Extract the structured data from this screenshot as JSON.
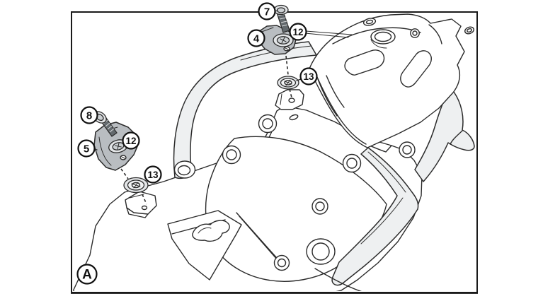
{
  "diagram": {
    "panel_label": "A",
    "callouts": [
      {
        "label": "7"
      },
      {
        "label": "12"
      },
      {
        "label": "4"
      },
      {
        "label": "13"
      },
      {
        "label": "8"
      },
      {
        "label": "12"
      },
      {
        "label": "5"
      },
      {
        "label": "13"
      }
    ],
    "colors": {
      "line": "#2b2b2b",
      "border": "#1a1a1a",
      "background": "#ffffff",
      "bracket_metal": "#b9bdc1",
      "bracket_metal_dark": "#cdd1d4",
      "rail_fill": "#eef0f1",
      "washer_fill": "#e3e5e7",
      "washer_inner": "#f2f3f4",
      "screw_shaft": "#646a6e"
    }
  }
}
